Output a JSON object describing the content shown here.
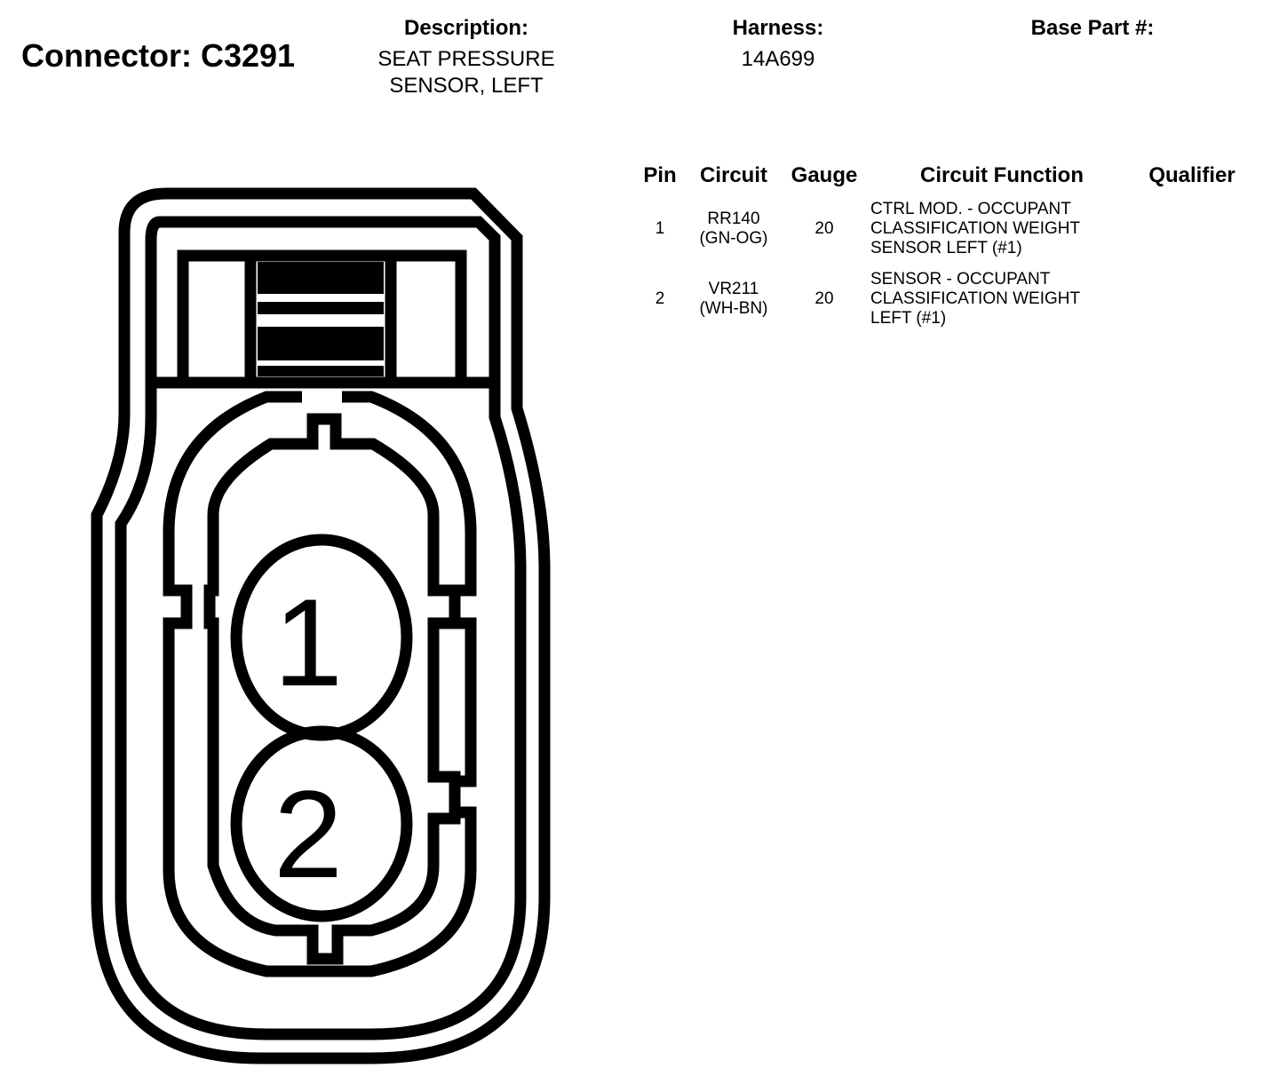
{
  "header": {
    "connector_label": "Connector: C3291",
    "description_label": "Description:",
    "description_lines": [
      "SEAT PRESSURE",
      "SENSOR, LEFT"
    ],
    "harness_label": "Harness:",
    "harness_value": "14A699",
    "base_part_label": "Base Part #:",
    "base_part_value": ""
  },
  "table": {
    "columns": [
      "Pin",
      "Circuit",
      "Gauge",
      "Circuit Function",
      "Qualifier"
    ],
    "rows": [
      {
        "pin": "1",
        "circuit": "RR140",
        "circuit_color": "(GN-OG)",
        "gauge": "20",
        "function_lines": [
          "CTRL MOD. - OCCUPANT",
          "CLASSIFICATION WEIGHT",
          "SENSOR LEFT (#1)"
        ],
        "qualifier": ""
      },
      {
        "pin": "2",
        "circuit": "VR211",
        "circuit_color": "(WH-BN)",
        "gauge": "20",
        "function_lines": [
          "SENSOR - OCCUPANT",
          "CLASSIFICATION WEIGHT",
          "LEFT (#1)"
        ],
        "qualifier": ""
      }
    ]
  },
  "connector_face": {
    "pin_labels": [
      "1",
      "2"
    ]
  }
}
